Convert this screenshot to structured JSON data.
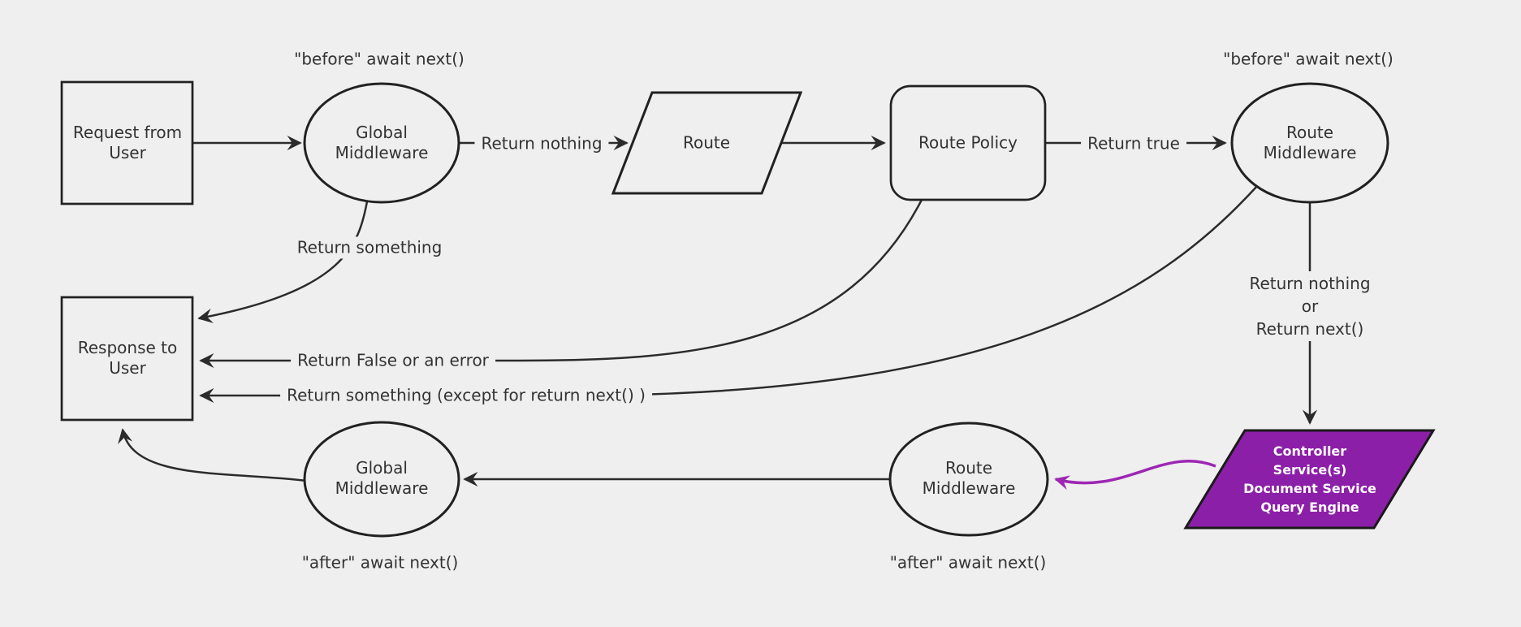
{
  "diagram": {
    "background_color": "#efefef",
    "stroke_color": "#2b2b2b",
    "text_color": "#333333",
    "accent_purple_fill": "#8c1fa8",
    "accent_purple_arrow": "#9d27b3",
    "nodes": {
      "request": {
        "label": "Request from User",
        "shape": "rectangle"
      },
      "global_middleware_top": {
        "label": "Global Middleware",
        "shape": "ellipse"
      },
      "route": {
        "label": "Route",
        "shape": "parallelogram"
      },
      "route_policy": {
        "label": "Route Policy",
        "shape": "rounded-rectangle"
      },
      "route_middleware_top": {
        "label": "Route Middleware",
        "shape": "ellipse"
      },
      "response": {
        "label": "Response to User",
        "shape": "rectangle"
      },
      "controller": {
        "shape": "parallelogram",
        "label_lines": [
          "Controller",
          "Service(s)",
          "Document Service",
          "Query Engine"
        ]
      },
      "route_middleware_bottom": {
        "label": "Route Middleware",
        "shape": "ellipse"
      },
      "global_middleware_bottom": {
        "label": "Global Middleware",
        "shape": "ellipse"
      }
    },
    "annotations": {
      "before_await_top_left": "\"before\" await next()",
      "before_await_top_right": "\"before\" await next()",
      "after_await_bottom_middle": "\"after\" await next()",
      "after_await_bottom_left": "\"after\" await next()"
    },
    "edge_labels": {
      "return_nothing": "Return nothing",
      "return_true": "Return true",
      "return_something": "Return something",
      "return_false_or_error": "Return False or an error",
      "return_something_except": "Return something (except for return next() )",
      "return_nothing_or_next_lines": [
        "Return nothing",
        "or",
        "Return next()"
      ]
    }
  }
}
